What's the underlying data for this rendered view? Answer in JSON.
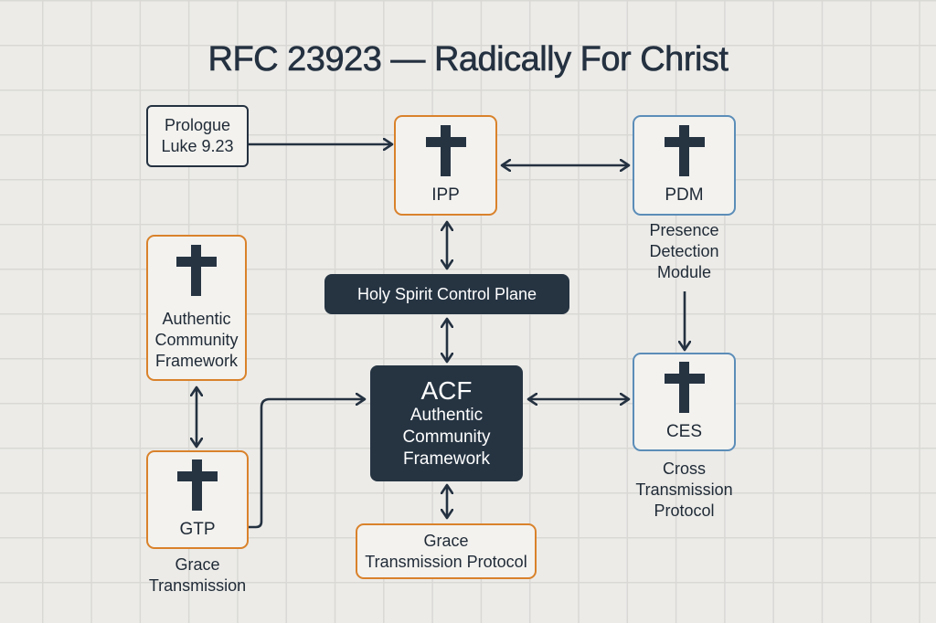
{
  "title": "RFC 23923 — Radically For Christ",
  "nodes": {
    "prologue": {
      "line1": "Prologue",
      "line2": "Luke 9.23"
    },
    "ipp": {
      "abbr": "IPP",
      "icon": "cross-icon"
    },
    "pdm": {
      "abbr": "PDM",
      "icon": "cross-icon",
      "caption": [
        "Presence",
        "Detection",
        "Module"
      ]
    },
    "acf_left": {
      "icon": "cross-icon",
      "label": [
        "Authentic",
        "Community",
        "Framework"
      ]
    },
    "holy_spirit": {
      "label": "Holy Spirit Control Plane"
    },
    "acf_center": {
      "abbr": "ACF",
      "label": [
        "Authentic",
        "Community",
        "Framework"
      ]
    },
    "ces": {
      "abbr": "CES",
      "icon": "cross-icon",
      "caption": [
        "Cross",
        "Transmission",
        "Protocol"
      ]
    },
    "gtp": {
      "abbr": "GTP",
      "icon": "cross-icon",
      "caption": [
        "Grace",
        "Transmission"
      ]
    },
    "grace_protocol": {
      "label": [
        "Grace",
        "Transmission Protocol"
      ]
    }
  },
  "colors": {
    "orange": "#d9822b",
    "blue": "#5b8db8",
    "dark": "#263442",
    "background": "#ecebe8"
  }
}
